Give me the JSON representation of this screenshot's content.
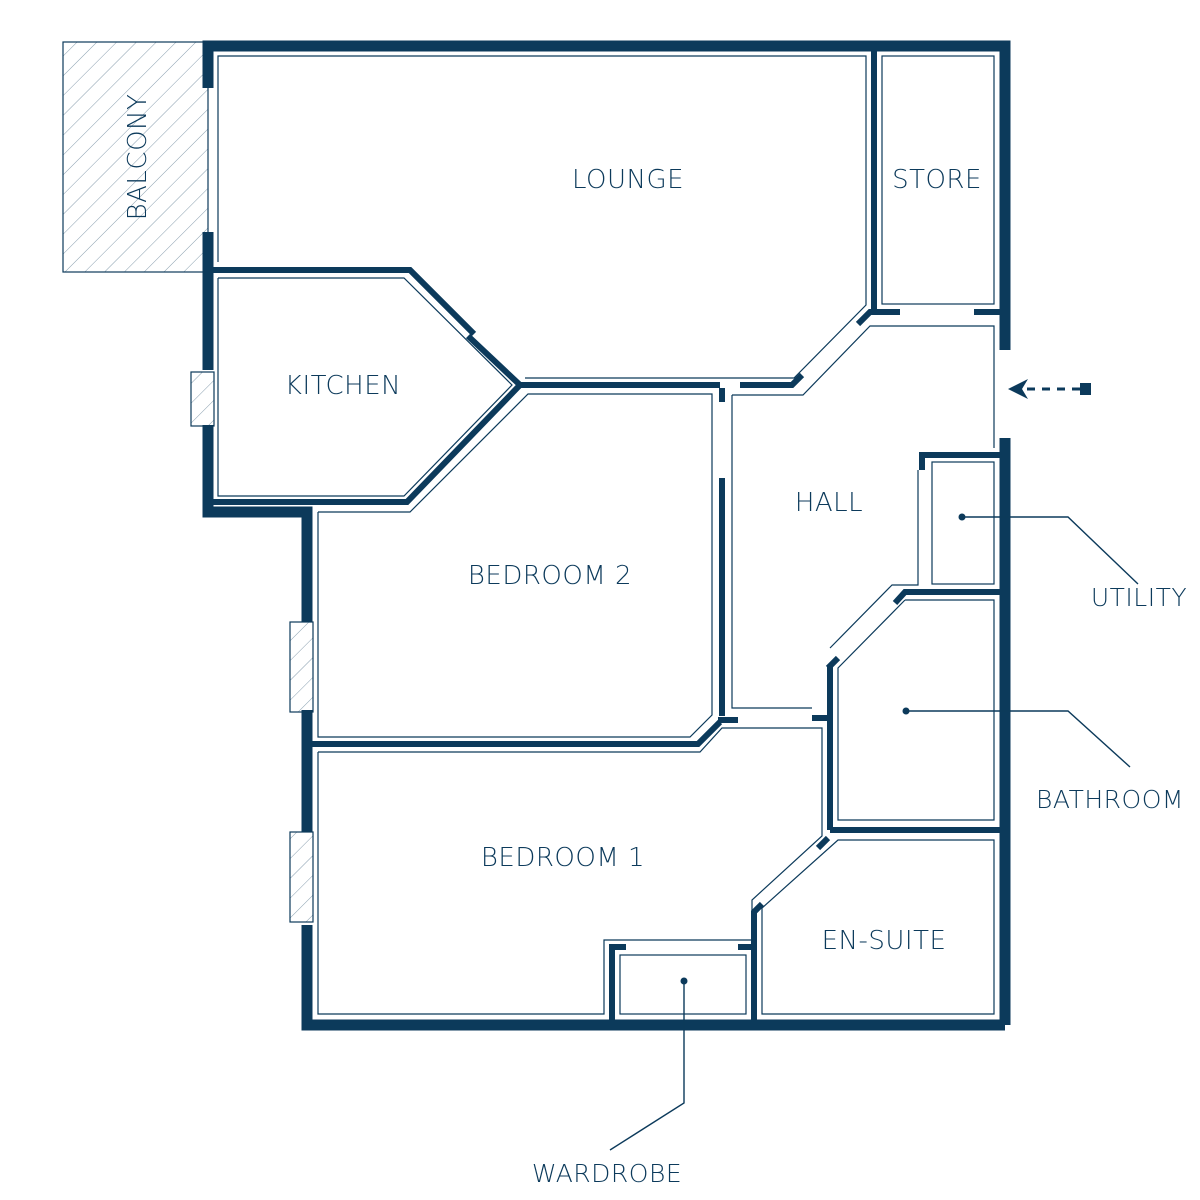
{
  "plan": {
    "colors": {
      "ink": "#0c3a5b",
      "background": "#ffffff"
    },
    "rooms": {
      "balcony": "BALCONY",
      "lounge": "LOUNGE",
      "store": "STORE",
      "kitchen": "KITCHEN",
      "hall": "HALL",
      "bedroom2": "BEDROOM 2",
      "bedroom1": "BEDROOM 1",
      "ensuite": "EN-SUITE"
    },
    "callouts": {
      "utility": "UTILITY",
      "bathroom": "BATHROOM",
      "wardrobe": "WARDROBE"
    },
    "entrance_icon": "dashed-arrow-left-icon"
  }
}
